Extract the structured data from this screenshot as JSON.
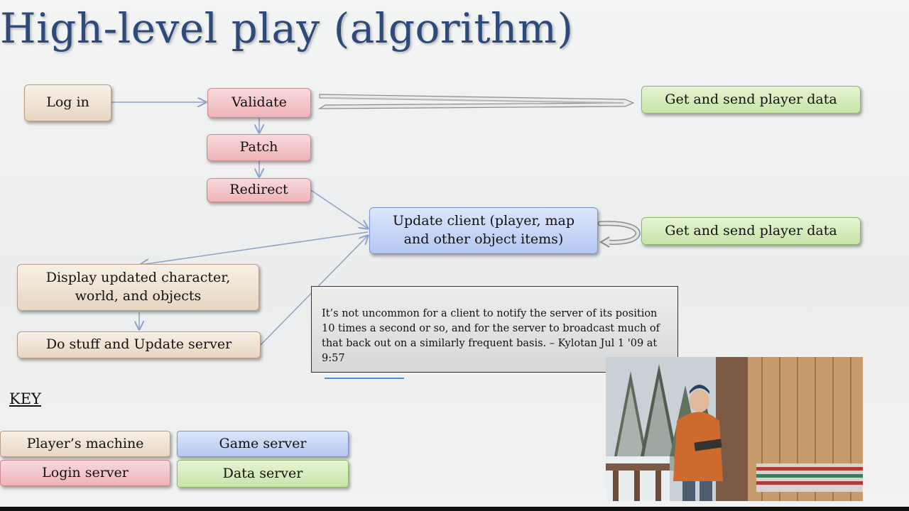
{
  "slide": {
    "title": "High-level play (algorithm)"
  },
  "flow": {
    "login": "Log in",
    "validate": "Validate",
    "patch": "Patch",
    "redirect": "Redirect",
    "get_send_top": "Get  and send player data",
    "update_client": "Update client (player, map and other object items)",
    "get_send_mid": "Get  and send player data",
    "display_updated": "Display updated character, world, and objects",
    "do_stuff": "Do stuff and Update server"
  },
  "quote": {
    "text": "It’s not uncommon for a client to notify the server of its position 10 times a second or so, and for the server to broadcast much of that back out on a similarly frequent basis. – Kylotan Jul 1 '09 at 9:57"
  },
  "key": {
    "title": "KEY",
    "players_machine": "Player’s machine",
    "game_server": "Game server",
    "login_server": "Login server",
    "data_server": "Data server"
  },
  "colors": {
    "title": "#2e4a7a",
    "players_machine": "#efe2d2",
    "login_server": "#f2c4c8",
    "game_server": "#c6d5f6",
    "data_server": "#d6ecbd",
    "arrow": "#8ea2c8"
  }
}
